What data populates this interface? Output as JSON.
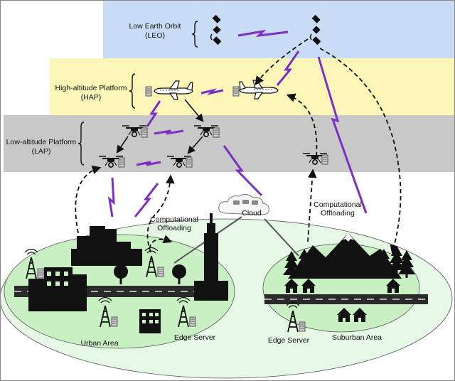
{
  "layers": {
    "leo": {
      "line1": "Low Earth Orbit",
      "line2": "(LEO)",
      "color": "#c9dcf5"
    },
    "hap": {
      "line1": "High-altitude Platform",
      "line2": "(HAP)",
      "color": "#fbf6b8"
    },
    "lap": {
      "line1": "Low-altitude Platform",
      "line2": "(LAP)",
      "color": "#c8c8c8"
    }
  },
  "labels": {
    "cloud": "Cloud",
    "offload_left_1": "Computational",
    "offload_left_2": "Offloading",
    "offload_right_1": "Computational",
    "offload_right_2": "Offloading",
    "urban_area": "Urban Area",
    "edge_server_left": "Edge Server",
    "edge_server_right": "Edge Server",
    "suburban_area": "Suburban Area"
  },
  "colors": {
    "ground_ellipse": "#e6f7e6",
    "area_ellipse": "#c8f0c2",
    "link_purple": "#7b2fc4",
    "silhouette": "#111111"
  },
  "icons": [
    "satellite-icon",
    "airplane-icon",
    "drone-icon",
    "server-icon",
    "cell-tower-icon",
    "cloud-icon",
    "house-icon",
    "tree-icon",
    "mountain-icon",
    "building-icon"
  ]
}
